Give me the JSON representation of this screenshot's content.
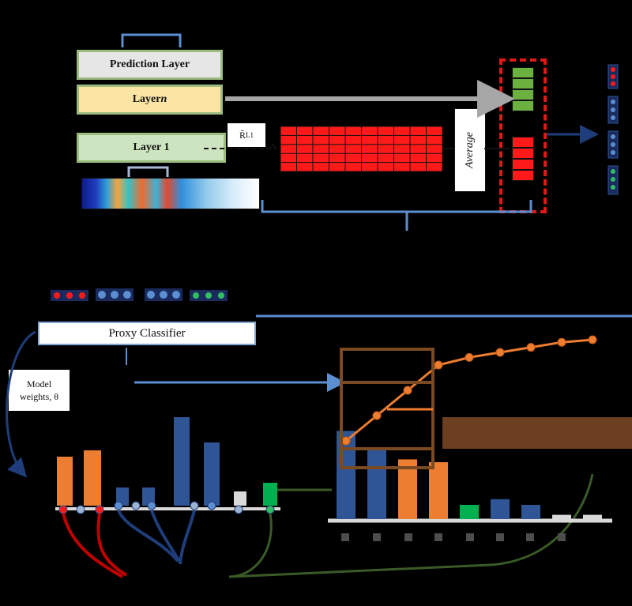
{
  "layers": {
    "prediction": "Prediction Layer",
    "layer_n_prefix": "Layer ",
    "layer_n_var": "n",
    "layer_1": "Layer 1"
  },
  "representation_label": "R̃",
  "representation_sub": "L1",
  "average_label": "Average",
  "proxy_classifier": "Proxy Classifier",
  "model_weights": {
    "line1": "Model",
    "line2": "weights, θ"
  },
  "colors": {
    "red": "#ff1a1a",
    "green": "#6bb13f",
    "blue": "#2f5597",
    "orange": "#ed7d31",
    "dark_blue_arrow": "#1f3d7a",
    "gray_arrow": "#a6a6a6",
    "olive": "#3a5a28",
    "dashed_border": "#e01818"
  },
  "icons": [
    "red-dot-chain-icon",
    "blue-dot-chain-icon",
    "green-dot-chain-icon",
    "curved-arrow-icon"
  ],
  "grid": {
    "rows": 5,
    "cols": 10
  },
  "chart_data": {
    "type": "bar",
    "categories": [
      "",
      "",
      "",
      "",
      "",
      "",
      "",
      "",
      ""
    ],
    "series": [
      {
        "values": [
          62,
          50,
          42,
          40,
          10,
          14,
          10,
          3,
          3
        ]
      }
    ],
    "bar_colors": [
      "#2f5597",
      "#2f5597",
      "#ed7d31",
      "#ed7d31",
      "#00b050",
      "#2f5597",
      "#2f5597",
      "#d9d9d9",
      "#d9d9d9"
    ],
    "cumulative_line": [
      20,
      40,
      60,
      80,
      86,
      90,
      94,
      98,
      100
    ],
    "ylim": [
      0,
      100
    ],
    "title": "",
    "xlabel": "",
    "ylabel": ""
  }
}
